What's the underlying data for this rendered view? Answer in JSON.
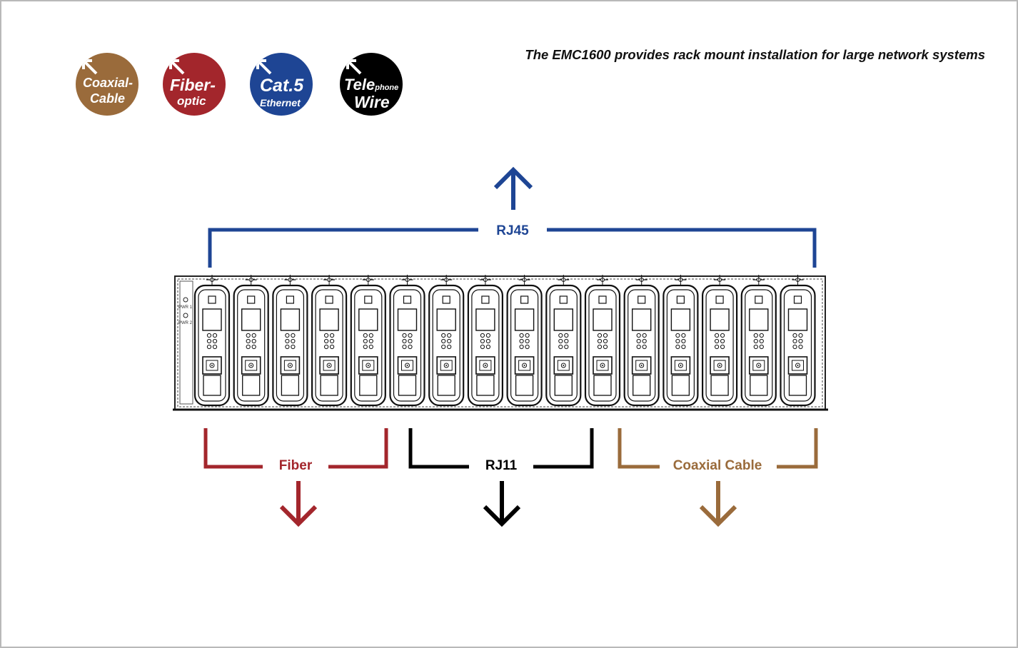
{
  "headline": "The EMC1600 provides rack mount installation for large network systems",
  "badges": [
    {
      "line1": "Coaxial-",
      "line2": "Cable",
      "color": "#9a6b3b"
    },
    {
      "line1": "Fiber-",
      "line2": "optic",
      "color": "#a3262c"
    },
    {
      "line1": "Cat.5",
      "line2": "Ethernet",
      "color": "#1e4594"
    },
    {
      "line1": "Tele",
      "line1_suffix": "phone",
      "line2": "Wire",
      "color": "#000000"
    }
  ],
  "connections": {
    "top": {
      "label": "RJ45",
      "color": "#1e4594"
    },
    "fiber": {
      "label": "Fiber",
      "color": "#a3262c"
    },
    "rj11": {
      "label": "RJ11",
      "color": "#000000"
    },
    "coax": {
      "label": "Coaxial Cable",
      "color": "#9a6b3b"
    }
  },
  "chassis": {
    "slot_count": 16,
    "pwr_labels": [
      "PWR 1",
      "PWR 2"
    ]
  }
}
